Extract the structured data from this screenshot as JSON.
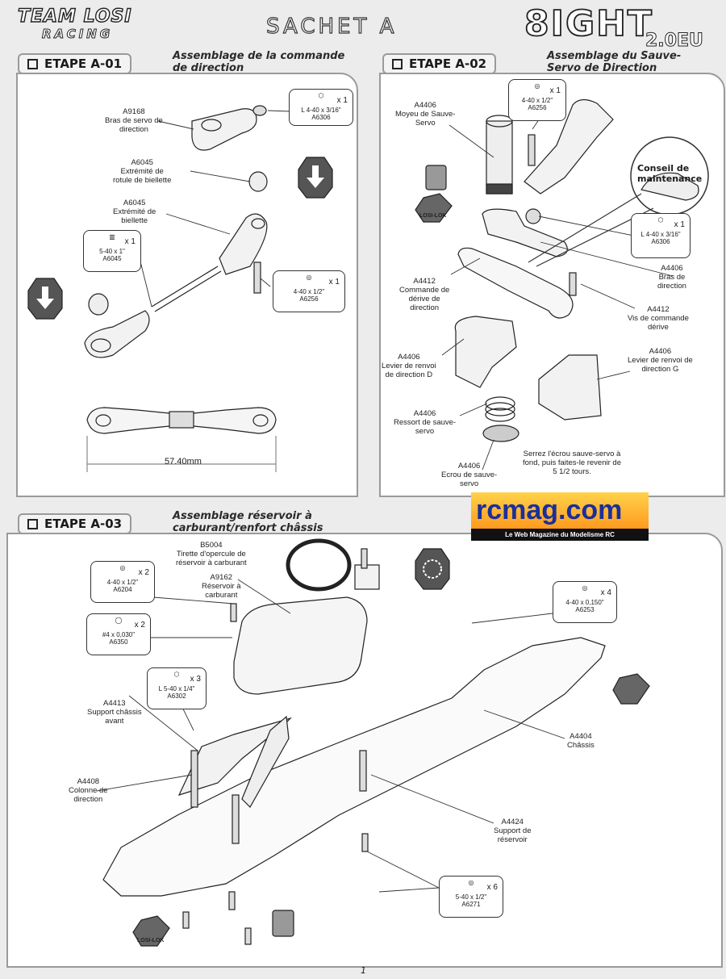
{
  "header": {
    "brand_top": "TEAM LOSI",
    "brand_bottom": "RACING",
    "bag_title": "SACHET A",
    "model": "8IGHT",
    "model_suffix": "2.0EU"
  },
  "step_a01": {
    "tab": "ETAPE A-01",
    "subtitle_line1": "Assemblage de la commande",
    "subtitle_line2": "de direction",
    "labels": {
      "servo_arm": "A9168\nBras de servo de\ndirection",
      "rod_end_ball": "A6045\nExtrémité de\nrotule de biellette",
      "rod_end": "A6045\nExtrémité de\nbiellette"
    },
    "hardware": [
      {
        "name": "L 4-40 x 3/16\"",
        "code": "A6306",
        "qty": "x 1"
      },
      {
        "name": "5-40 x 1\"",
        "code": "A6045",
        "qty": "x 1"
      },
      {
        "name": "4-40 x 1/2\"",
        "code": "A6256",
        "qty": "x 1"
      }
    ],
    "dimension": "57.40mm"
  },
  "step_a02": {
    "tab": "ETAPE A-02",
    "subtitle_line1": "Assemblage du Sauve-",
    "subtitle_line2": "Servo de Direction",
    "labels": {
      "hub": "A4406\nMoyeu de Sauve-\nServo",
      "drag_link": "A4412\nCommande de\ndérive de\ndirection",
      "bellcrank_right": "A4406\nLevier de renvoi\nde direction D",
      "spring": "A4406\nRessort de sauve-\nservo",
      "nut": "A4406\nEcrou de sauve-\nservo",
      "steering_arm": "A4406\nBras de\ndirection",
      "drag_screw": "A4412\nVis de commande\ndérive",
      "bellcrank_left": "A4406\nLevier de renvoi de\ndirection G"
    },
    "hardware": [
      {
        "name": "4-40 x 1/2\"",
        "code": "A6256",
        "qty": "x 1"
      },
      {
        "name": "L 4-40 x 3/16\"",
        "code": "A6306",
        "qty": "x 1"
      }
    ],
    "tip_title": "Conseil de\nmaintenance",
    "losi_lok": "LOSI-LOK",
    "instruction": "Serrez l'écrou sauve-servo à\nfond, puis faites-le revenir de\n5 1/2 tours."
  },
  "step_a03": {
    "tab": "ETAPE A-03",
    "subtitle_line1": "Assemblage réservoir à",
    "subtitle_line2": "carburant/renfort châssis",
    "labels": {
      "tank_pull": "B5004\nTirette d'opercule de\nréservoir à carburant",
      "tank": "A9162\nRéservoir à\ncarburant",
      "front_brace": "A4413\nSupport châssis\navant",
      "post": "A4408\nColonne de\ndirection",
      "chassis": "A4404\nChâssis",
      "tank_mount": "A4424\nSupport de\nréservoir"
    },
    "hardware": [
      {
        "name": "4-40 x 1/2\"",
        "code": "A6204",
        "qty": "x 2"
      },
      {
        "name": "#4 x 0,030\"",
        "code": "A6350",
        "qty": "x 2"
      },
      {
        "name": "L 5-40 x 1/4\"",
        "code": "A6302",
        "qty": "x 3"
      },
      {
        "name": "4-40 x 0,150\"",
        "code": "A6253",
        "qty": "x 4"
      },
      {
        "name": "5-40 x 1/2\"",
        "code": "A6271",
        "qty": "x 6"
      }
    ],
    "losi_lok": "LOSI-LOK"
  },
  "ad": {
    "name": "rcmag.com",
    "tagline": "Le Web Magazine du Modelisme RC"
  },
  "page_number": "1",
  "colors": {
    "panel_border": "#9a9a9a",
    "ad_orange": "#ff9a1f",
    "ad_blue": "#1a2f9a"
  }
}
